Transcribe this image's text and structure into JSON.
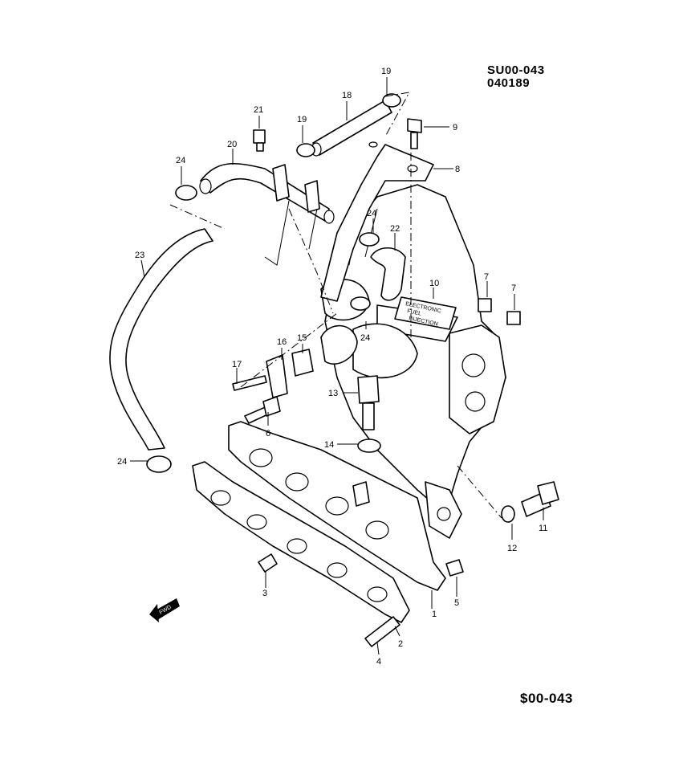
{
  "header": {
    "code": "SU00-043",
    "date": "040189"
  },
  "footer": {
    "code": "$00-043"
  },
  "callouts": [
    "1",
    "2",
    "3",
    "4",
    "5",
    "6",
    "7",
    "7",
    "8",
    "9",
    "10",
    "11",
    "12",
    "13",
    "14",
    "15",
    "16",
    "17",
    "18",
    "19",
    "19",
    "20",
    "21",
    "22",
    "23",
    "24",
    "24",
    "24",
    "24"
  ],
  "label_plate": {
    "line1": "ELECTRONIC",
    "line2": "FUEL",
    "line3": "INJECTION"
  },
  "fwd_label": "FWD"
}
